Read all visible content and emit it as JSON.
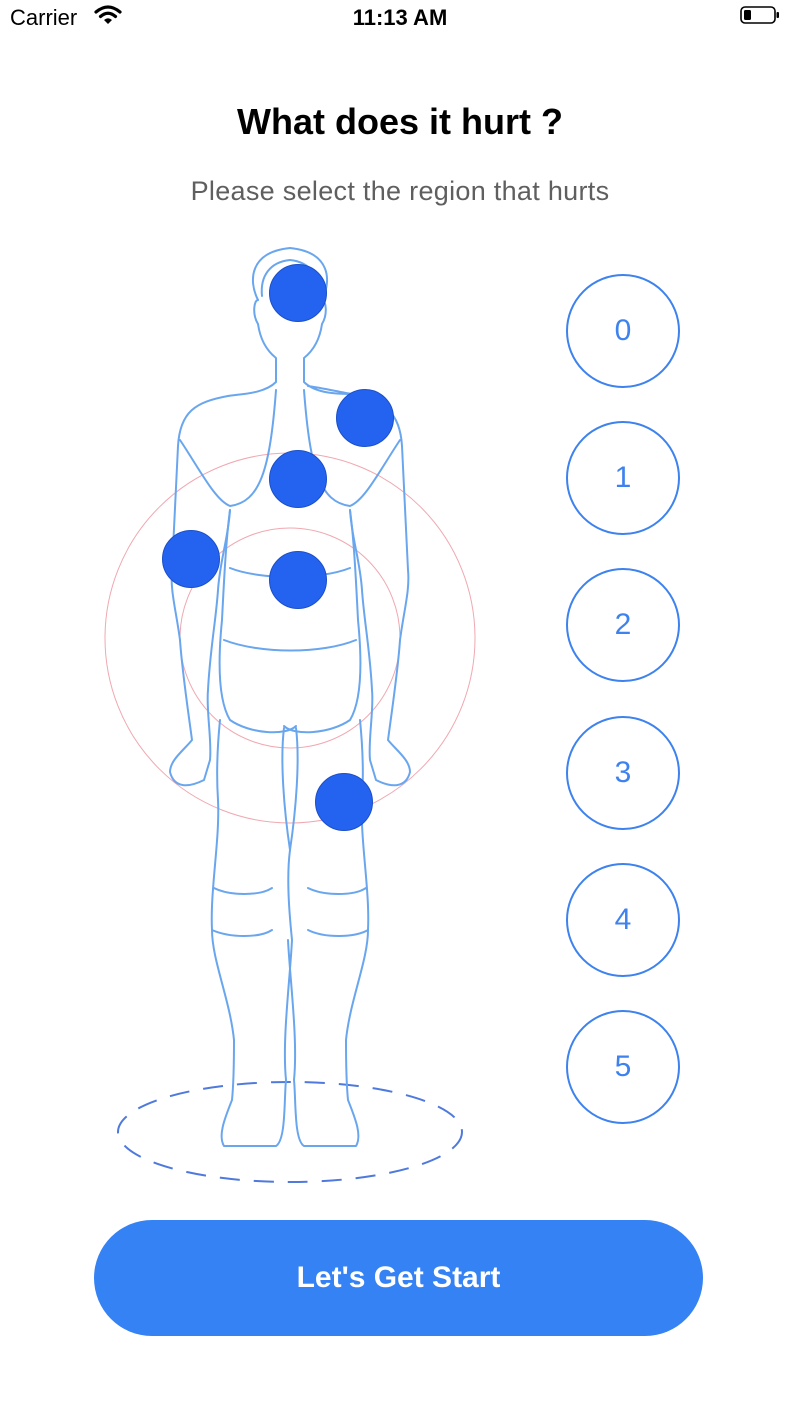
{
  "status_bar": {
    "carrier": "Carrier",
    "time": "11:13 AM",
    "icons": [
      "wifi-icon",
      "battery-icon"
    ]
  },
  "header": {
    "title": "What does it hurt ?",
    "subtitle": "Please select the region that hurts"
  },
  "body_map": {
    "figure": "human-body-front-outline",
    "regions": [
      "head",
      "right-shoulder",
      "chest",
      "left-arm",
      "abdomen",
      "right-thigh"
    ]
  },
  "pain_scale": {
    "options": [
      "0",
      "1",
      "2",
      "3",
      "4",
      "5"
    ]
  },
  "actions": {
    "start_label": "Let's Get Start"
  },
  "colors": {
    "accent": "#3582f4",
    "dot": "#2463f0",
    "outline": "#6aa6ee",
    "target_ring": "#f0a8b0"
  }
}
